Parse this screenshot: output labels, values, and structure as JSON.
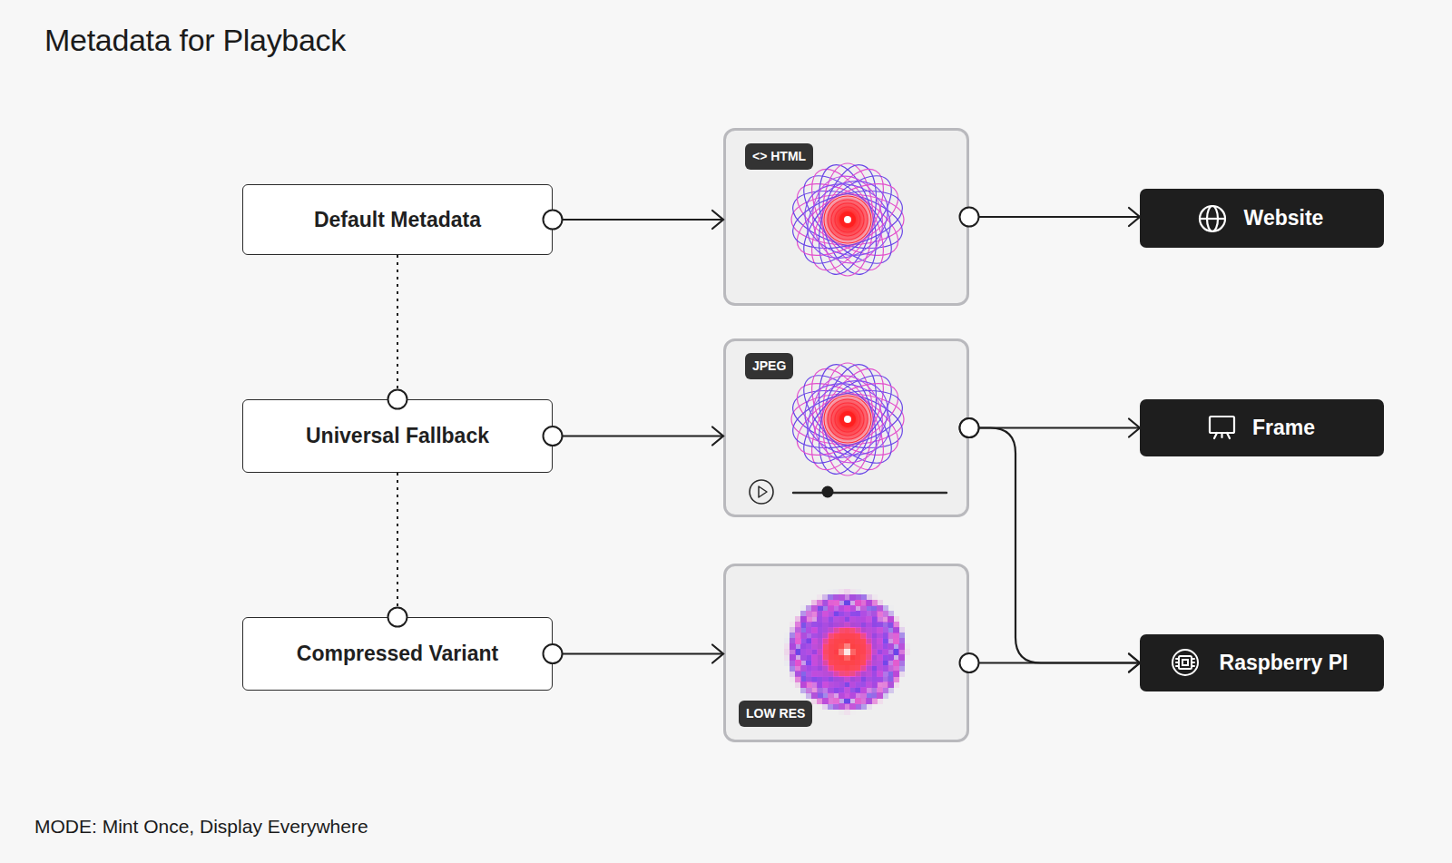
{
  "diagram": {
    "title": "Metadata for Playback",
    "caption": "MODE: Mint Once, Display Everywhere",
    "nodes": [
      {
        "text": [
          "Default Metadata"
        ]
      },
      {
        "text": [
          "<> HTML"
        ]
      },
      {
        "text": [
          "Website"
        ]
      },
      {
        "text": [
          "Universal Fallback"
        ]
      },
      {
        "text": [
          "JPEG"
        ]
      },
      {
        "text": [
          "Frame"
        ]
      },
      {
        "text": [
          "Compressed Variant"
        ]
      },
      {
        "text": [
          "LOW RES"
        ]
      },
      {
        "text": [
          "Raspberry PI"
        ]
      }
    ],
    "edges": [
      {
        "from": 0,
        "to": 1,
        "arrow": "to"
      },
      {
        "from": 1,
        "to": 2,
        "arrow": "to"
      },
      {
        "from": 3,
        "to": 4,
        "arrow": "to"
      },
      {
        "from": 4,
        "to": 5,
        "arrow": "to"
      },
      {
        "from": 4,
        "to": 8,
        "arrow": "to"
      },
      {
        "from": 6,
        "to": 7,
        "arrow": "to"
      },
      {
        "from": 7,
        "to": 8,
        "arrow": "to"
      },
      {
        "from": 0,
        "to": 3,
        "arrow": "none"
      },
      {
        "from": 3,
        "to": 6,
        "arrow": "none"
      }
    ]
  }
}
